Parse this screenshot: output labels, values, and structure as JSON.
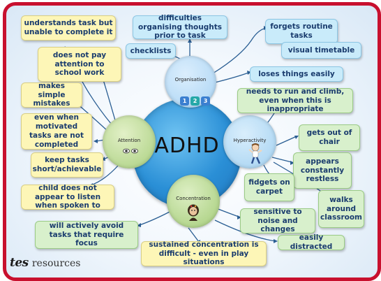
{
  "hub": {
    "title": "ADHD"
  },
  "satellites": {
    "organisation": "Organisation",
    "attention": "Attention",
    "hyperactivity": "Hyperactivity",
    "concentration": "Concentration"
  },
  "organisation_tiles": [
    "1",
    "2",
    "3"
  ],
  "organisation_items": [
    "difficulties organising thoughts prior to task",
    "checklists",
    "forgets routine tasks",
    "visual timetable",
    "loses things easily"
  ],
  "attention_items": [
    "understands task but unable to complete it",
    "does not pay attention to school work",
    "makes simple mistakes",
    "even when motivated tasks are not completed",
    "keep tasks short/achievable",
    "child does not appear to listen when spoken to"
  ],
  "hyperactivity_items": [
    "needs to run and climb, even when this is inappropriate",
    "gets out of chair",
    "appears constantly restless",
    "fidgets on carpet",
    "walks around classroom"
  ],
  "concentration_items": [
    "will actively avoid tasks that require focus",
    "sustained concentration is difficult - even in play situations",
    "sensitive to noise and changes",
    "easily distracted"
  ],
  "logo": {
    "brand": "tes",
    "suffix": "resources"
  },
  "colors": {
    "frame": "#c8102e",
    "hub": "#2a8fd6",
    "text": "#1a3c6e",
    "yellow_box": "#fdf6b7",
    "blue_box": "#c9ebfa",
    "green_box": "#d8f0cc"
  }
}
